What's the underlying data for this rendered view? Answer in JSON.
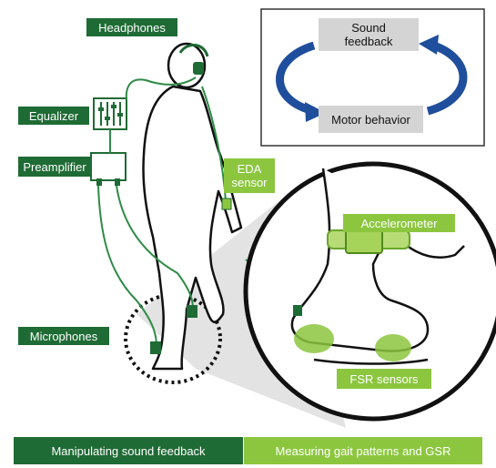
{
  "labels": {
    "headphones": "Headphones",
    "equalizer": "Equalizer",
    "preamplifier": "Preamplifier",
    "microphones": "Microphones",
    "eda_sensor_line1": "EDA",
    "eda_sensor_line2": "sensor",
    "accelerometer": "Accelerometer",
    "fsr_sensors": "FSR sensors"
  },
  "loop": {
    "sound_feedback_line1": "Sound",
    "sound_feedback_line2": "feedback",
    "motor_behavior": "Motor behavior"
  },
  "footer": {
    "left": "Manipulating sound feedback",
    "right": "Measuring gait patterns and GSR"
  },
  "colors": {
    "dark_green": "#1f6b35",
    "light_green": "#8cc63f",
    "arrow_blue": "#1f4e9c"
  }
}
